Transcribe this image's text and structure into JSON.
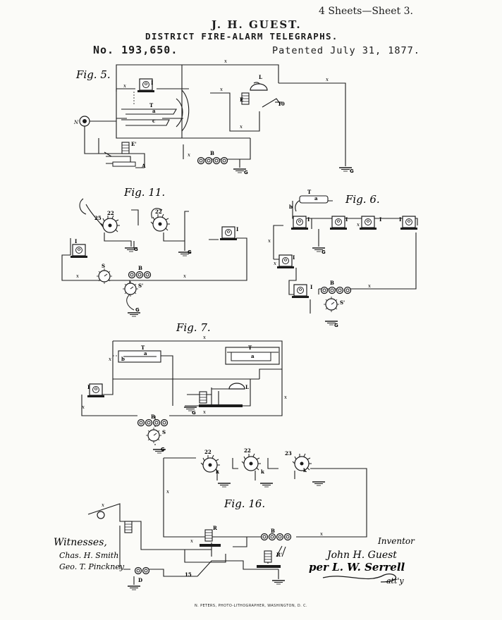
{
  "header": {
    "sheet": "4 Sheets—Sheet 3.",
    "inventor_name": "J. H. GUEST.",
    "title": "DISTRICT FIRE-ALARM TELEGRAPHS.",
    "patent_number": "No. 193,650.",
    "patented_date": "Patented July 31, 1877."
  },
  "figures": {
    "fig5": "Fig. 5.",
    "fig11": "Fig. 11.",
    "fig6": "Fig. 6.",
    "fig7": "Fig. 7.",
    "fig16": "Fig. 16."
  },
  "labels": {
    "x": "x",
    "I": "I",
    "T": "T",
    "a": "a",
    "c": "c",
    "b": "b",
    "L": "L",
    "E": "E",
    "E1": "E'",
    "B": "B",
    "G": "G",
    "N": "N",
    "A": "A",
    "S": "S",
    "S1": "S'",
    "R": "R",
    "R1": "R'",
    "D": "D",
    "k": "k",
    "n10": "10",
    "n15": "15",
    "n22": "22",
    "n23": "23",
    "n25": "25"
  },
  "signatures": {
    "witnesses_heading": "Witnesses,",
    "witness_1": "Chas. H. Smith",
    "witness_2": "Geo. T. Pinckney",
    "inventor_heading": "Inventor",
    "inventor_signature": "John H. Guest",
    "attorney_signature": "per L. W. Serrell",
    "attorney_suffix": "att'y"
  },
  "footer": {
    "engraver": "N. PETERS, PHOTO-LITHOGRAPHER, WASHINGTON, D. C."
  }
}
